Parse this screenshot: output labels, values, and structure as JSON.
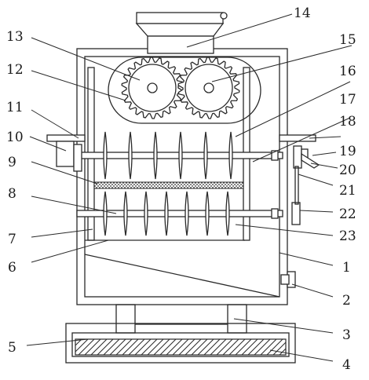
{
  "figure": {
    "callouts": [
      "14",
      "13",
      "15",
      "12",
      "16",
      "11",
      "17",
      "10",
      "18",
      "19",
      "9",
      "20",
      "21",
      "8",
      "22",
      "7",
      "23",
      "6",
      "1",
      "2",
      "5",
      "3",
      "4"
    ]
  }
}
